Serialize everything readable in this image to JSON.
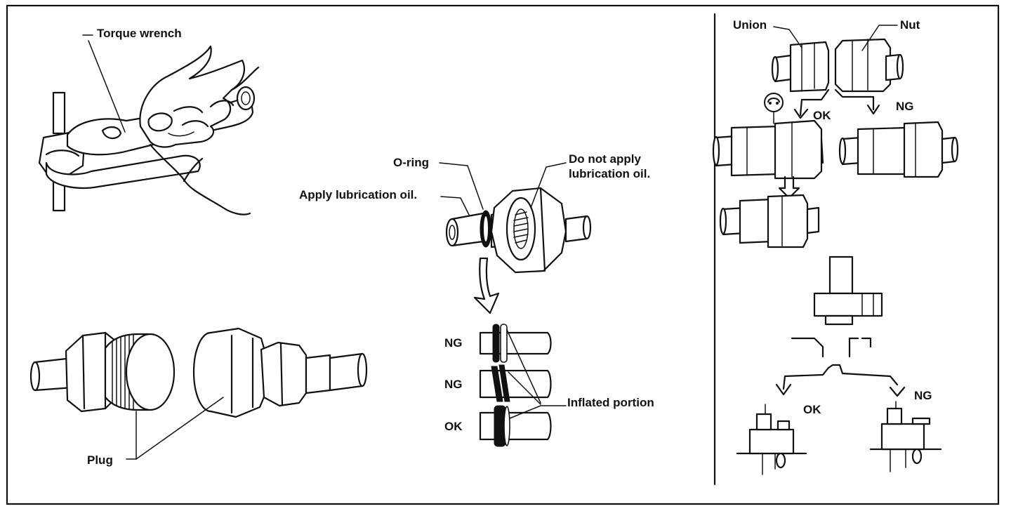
{
  "labels": {
    "torque_wrench": "Torque wrench",
    "plug": "Plug",
    "o_ring": "O-ring",
    "apply_oil": "Apply lubrication oil.",
    "no_oil_line1": "Do not apply",
    "no_oil_line2": "lubrication oil.",
    "ng_1": "NG",
    "ng_2": "NG",
    "ok_ring": "OK",
    "inflated": "Inflated portion",
    "union": "Union",
    "nut": "Nut",
    "ok_top": "OK",
    "ng_top": "NG",
    "ok_bottom": "OK",
    "ng_bottom": "NG"
  },
  "colors": {
    "ink": "#111111",
    "paper": "#ffffff"
  },
  "icons": {
    "ok_symbol": "ok-circle-icon"
  }
}
